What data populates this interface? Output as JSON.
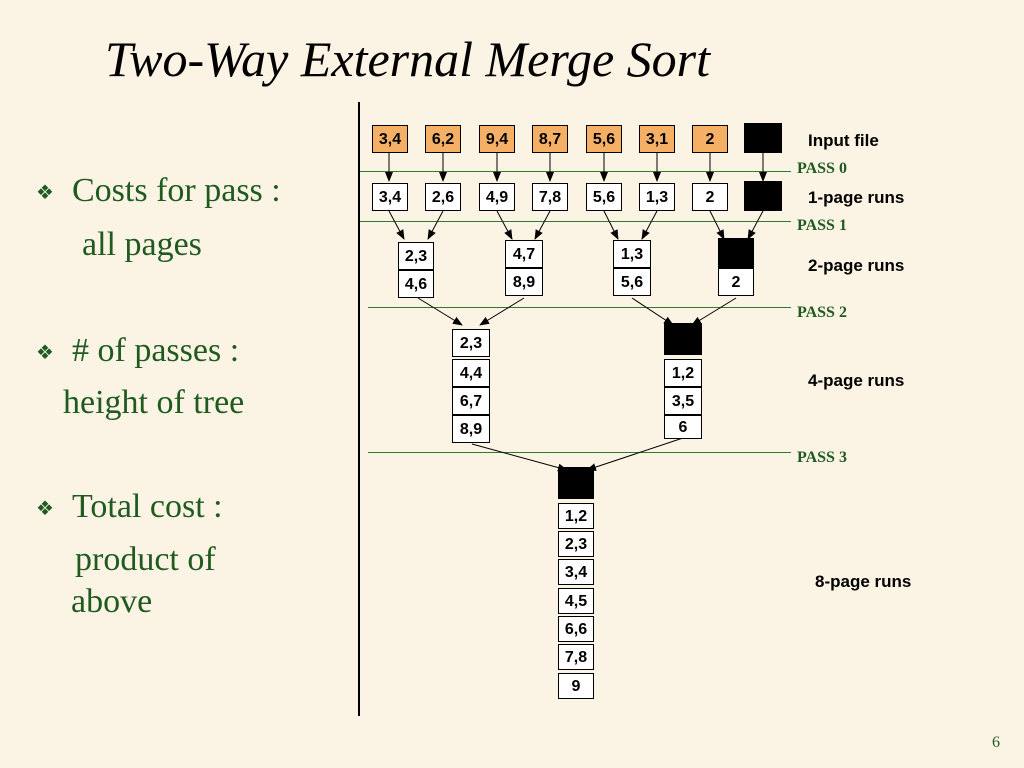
{
  "title": "Two-Way External Merge Sort",
  "bullets": [
    {
      "line1": "Costs for pass :",
      "line2": "all pages"
    },
    {
      "line1": "# of passes :",
      "line2": "height of tree"
    },
    {
      "line1": "Total cost :",
      "line2": "product of",
      "line3": "above"
    }
  ],
  "passes": [
    "PASS 0",
    "PASS 1",
    "PASS 2",
    "PASS 3"
  ],
  "run_labels": {
    "input": "Input file",
    "one": "1-page runs",
    "two": "2-page runs",
    "four": "4-page runs",
    "eight": "8-page runs"
  },
  "input_pages": [
    "3,4",
    "6,2",
    "9,4",
    "8,7",
    "5,6",
    "3,1",
    "2",
    ""
  ],
  "pass0_runs": [
    "3,4",
    "2,6",
    "4,9",
    "7,8",
    "5,6",
    "1,3",
    "2",
    ""
  ],
  "pass1_runs": [
    [
      "2,3",
      "4,6"
    ],
    [
      "4,7",
      "8,9"
    ],
    [
      "1,3",
      "5,6"
    ],
    [
      "",
      "2"
    ]
  ],
  "pass2_runs": [
    [
      "2,3",
      "4,4",
      "6,7",
      "8,9"
    ],
    [
      "",
      "1,2",
      "3,5",
      "6"
    ]
  ],
  "pass3_run": [
    "",
    "1,2",
    "2,3",
    "3,4",
    "4,5",
    "6,6",
    "7,8",
    "9"
  ],
  "page_number": "6",
  "colors": {
    "input_fill": "#f5b066",
    "text_green": "#1f5a1f",
    "background": "#fbf3e3"
  }
}
